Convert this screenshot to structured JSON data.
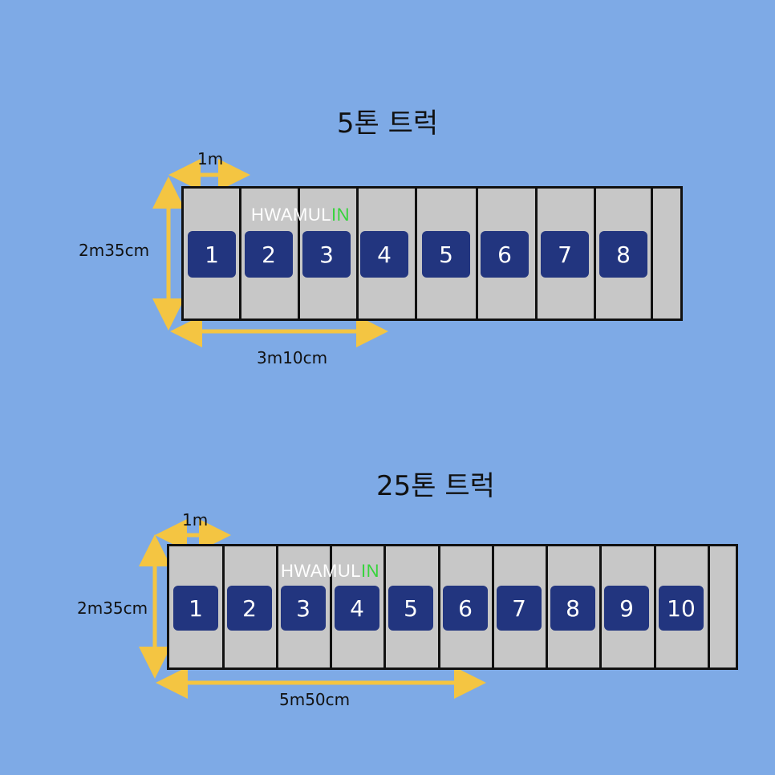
{
  "colors": {
    "background": "#7eaae6",
    "cargo_slot": "#22357f",
    "truck_bed": "#c7c7c7",
    "arrow": "#f4c542",
    "watermark_accent": "#37d43c"
  },
  "truck_5ton": {
    "title": "5톤 트럭",
    "slots": [
      "1",
      "2",
      "3",
      "4",
      "5",
      "6",
      "7",
      "8"
    ],
    "watermark": {
      "main": "HWAMUL",
      "accent": "IN"
    },
    "dims": {
      "unit": "1m",
      "width": "2m35cm",
      "length": "3m10cm"
    }
  },
  "truck_25ton": {
    "title": "25톤 트럭",
    "slots": [
      "1",
      "2",
      "3",
      "4",
      "5",
      "6",
      "7",
      "8",
      "9",
      "10"
    ],
    "watermark": {
      "main": "HWAMUL",
      "accent": "IN"
    },
    "dims": {
      "unit": "1m",
      "width": "2m35cm",
      "length": "5m50cm"
    }
  }
}
